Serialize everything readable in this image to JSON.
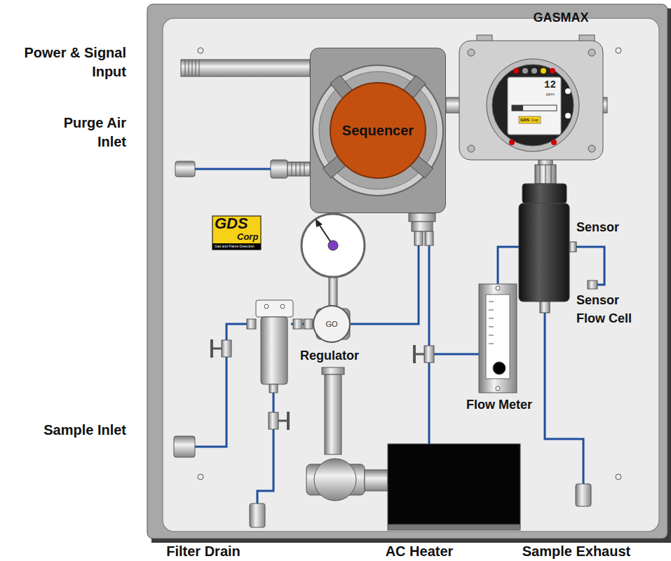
{
  "diagram": {
    "nodes": [
      {
        "text": [
          "Sequencer"
        ]
      },
      {
        "text": [
          "GO"
        ]
      }
    ],
    "edges": [
      {
        "from": 1,
        "to": 0,
        "arrow": "none"
      }
    ],
    "labels": [
      "Power & Signal Input",
      "Purge Air Inlet",
      "Sample Inlet",
      "Filter Drain",
      "AC Heater",
      "Sample Exhaust",
      "GASMAX",
      "Sensor",
      "Sensor Flow Cell",
      "Regulator",
      "Flow Meter",
      "GDS",
      "Corp",
      "Gas and Flame Detection",
      "12",
      "ppm",
      "GDS",
      "Corp"
    ]
  }
}
